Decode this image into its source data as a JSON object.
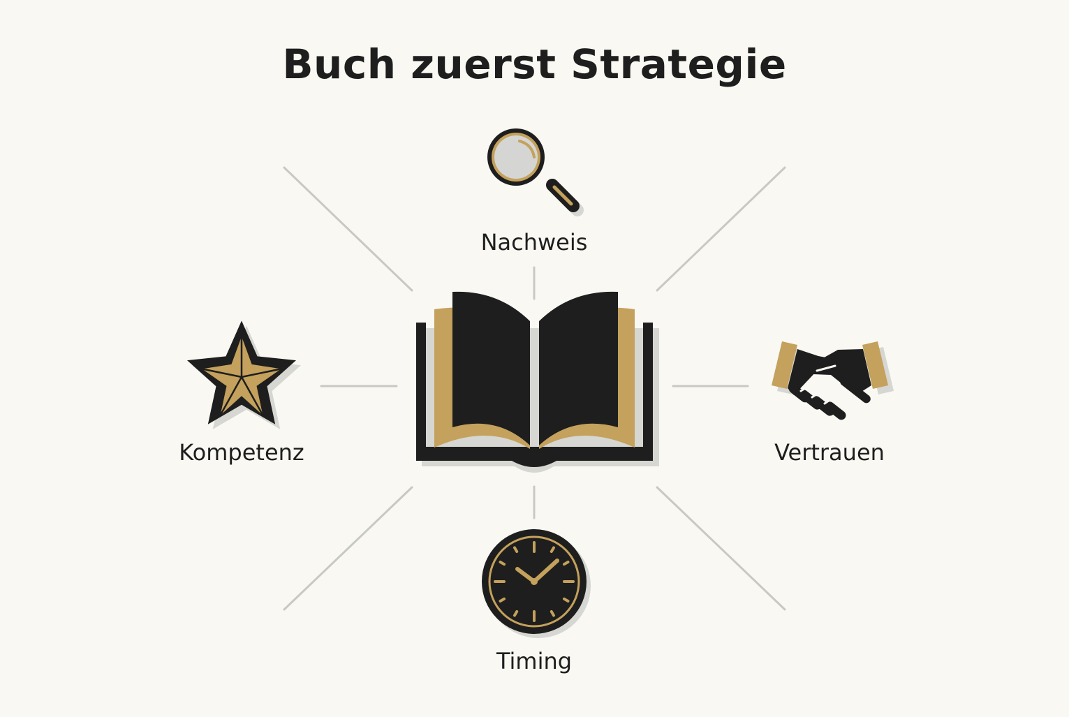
{
  "title": "Buch zuerst Strategie",
  "nodes": {
    "top": {
      "label": "Nachweis",
      "icon": "magnifying-glass-icon"
    },
    "left": {
      "label": "Kompetenz",
      "icon": "star-icon"
    },
    "right": {
      "label": "Vertrauen",
      "icon": "handshake-icon"
    },
    "bottom": {
      "label": "Timing",
      "icon": "clock-icon"
    }
  },
  "center": {
    "icon": "open-book-icon"
  },
  "colors": {
    "background": "#f9f8f3",
    "ink": "#1e1e1e",
    "gold": "#c4a15c",
    "connector": "#c9c9c4",
    "shadow": "#d6d6d2"
  }
}
